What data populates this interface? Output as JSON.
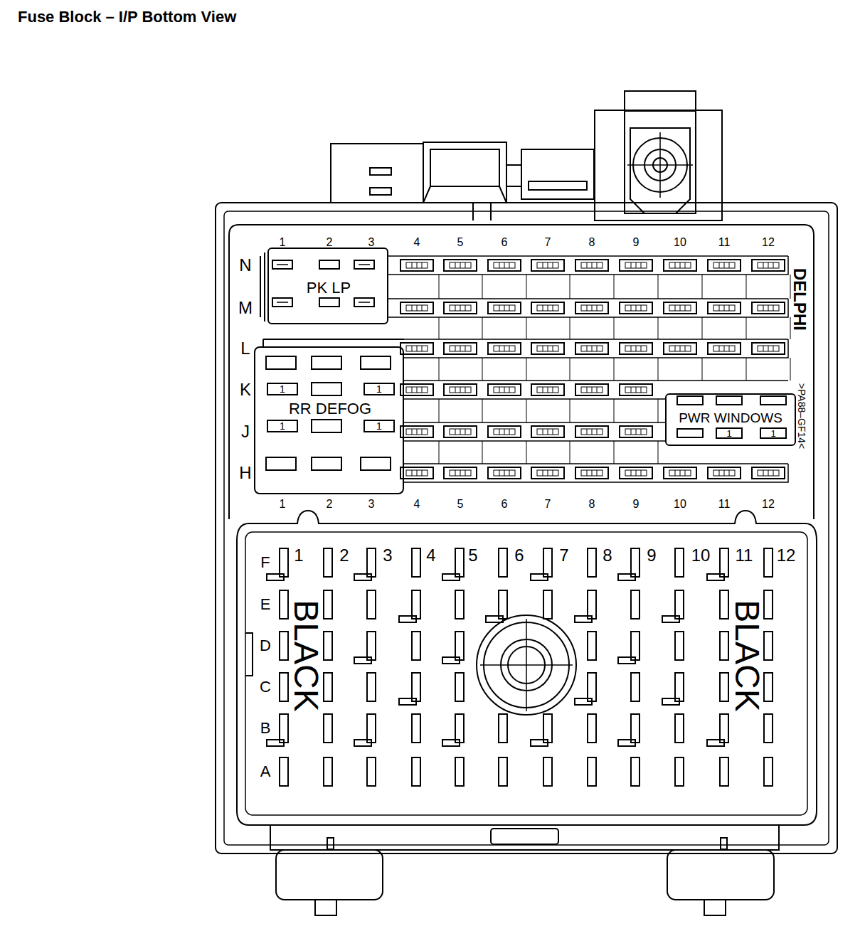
{
  "diagram": {
    "title": "Fuse Block – I/P Bottom View",
    "nodes": [
      {
        "text": [
          "PK LP"
        ]
      },
      {
        "text": [
          "RR DEFOG"
        ]
      },
      {
        "text": [
          "1"
        ],
        "in": 1
      },
      {
        "text": [
          "1"
        ],
        "in": 1
      },
      {
        "text": [
          "1"
        ],
        "in": 1
      },
      {
        "text": [
          "1"
        ],
        "in": 1
      },
      {
        "text": [
          "PWR WINDOWS"
        ]
      },
      {
        "text": [
          "1"
        ],
        "in": 6
      },
      {
        "text": [
          "1"
        ],
        "in": 6
      }
    ],
    "labels": [
      "1",
      "2",
      "3",
      "4",
      "5",
      "6",
      "7",
      "8",
      "9",
      "10",
      "11",
      "12",
      "N",
      "M",
      "L",
      "K",
      "J",
      "H",
      "DELPHI",
      ">PA88–GF14<",
      "1",
      "2",
      "3",
      "4",
      "5",
      "6",
      "7",
      "8",
      "9",
      "10",
      "11",
      "12",
      "1",
      "2",
      "3",
      "4",
      "5",
      "6",
      "7",
      "8",
      "9",
      "10",
      "11",
      "12",
      "F",
      "E",
      "D",
      "C",
      "B",
      "A",
      "BLACK",
      "BLACK"
    ]
  }
}
